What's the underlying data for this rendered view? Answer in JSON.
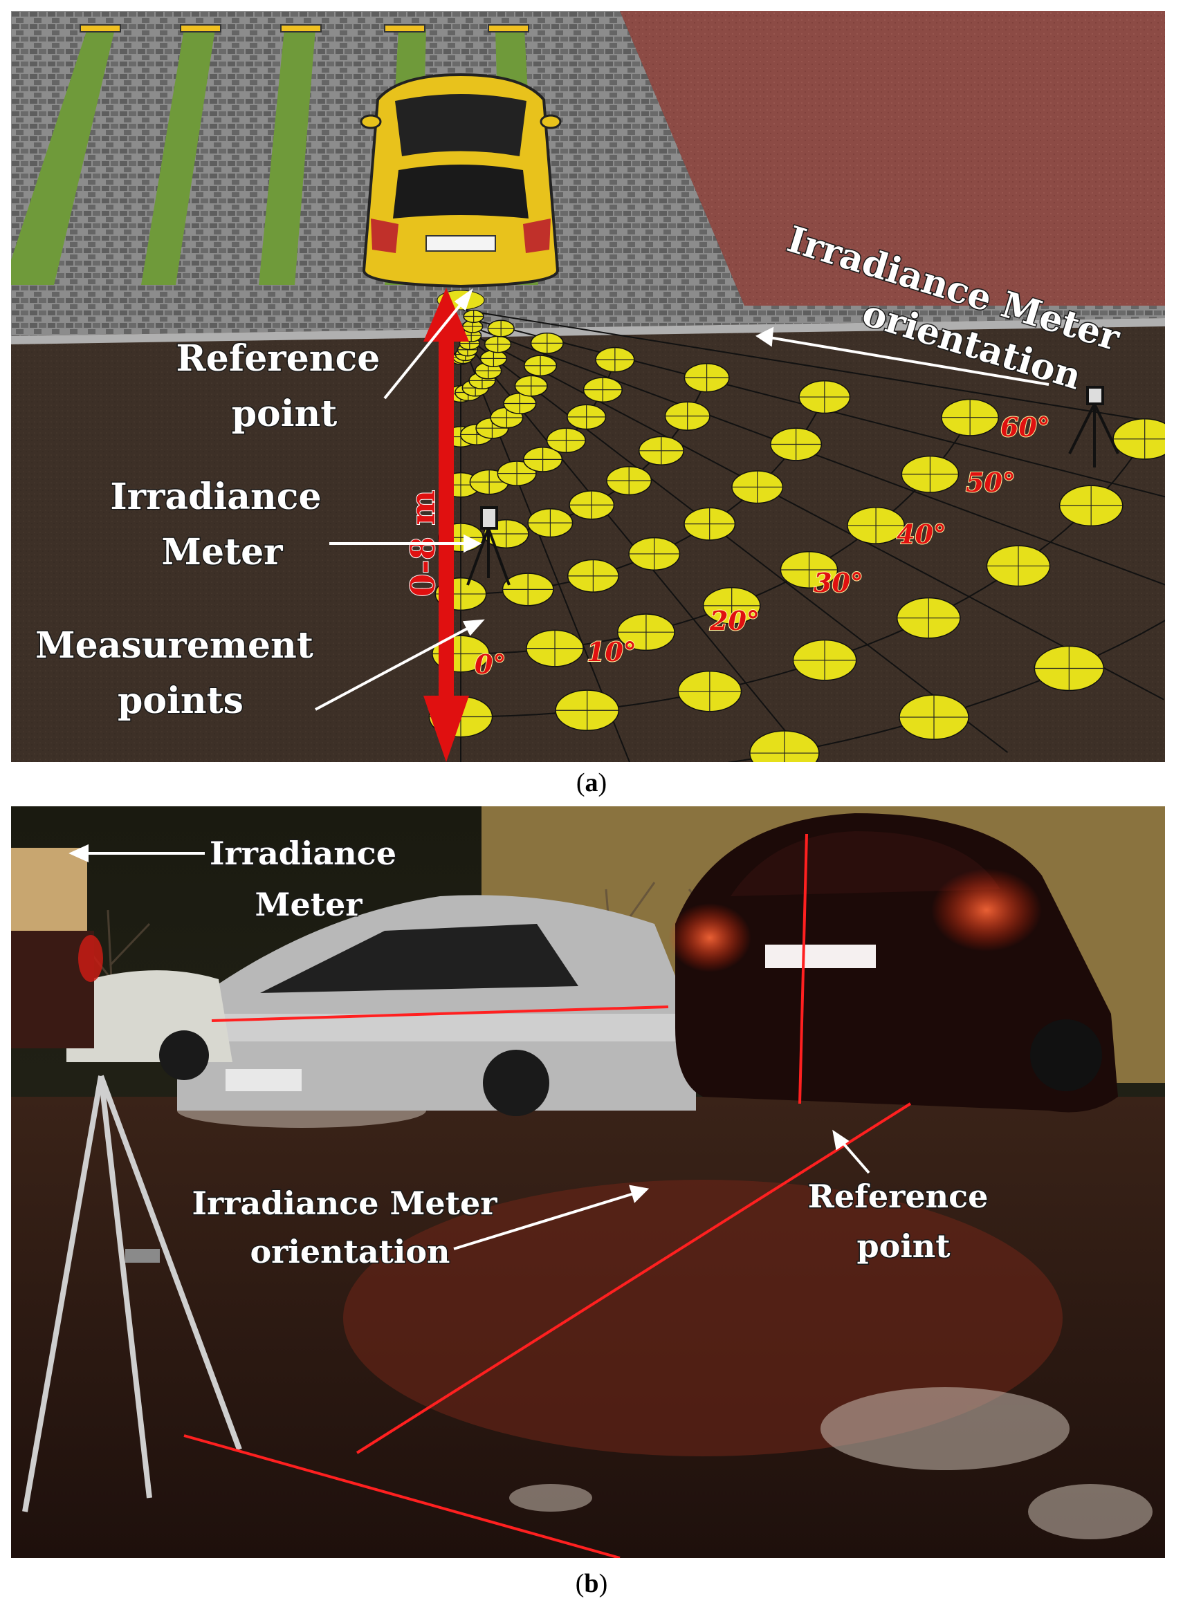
{
  "panel_a": {
    "labels": {
      "reference_point": [
        "Reference",
        "point"
      ],
      "irradiance_meter": [
        "Irradiance",
        "Meter"
      ],
      "measurement_points": [
        "Measurement",
        "points"
      ],
      "orientation": [
        "Irradiance Meter",
        "orientation"
      ],
      "distance": "0-8 m"
    },
    "angles": [
      "0°",
      "10°",
      "20°",
      "30°",
      "40°",
      "50°",
      "60°"
    ],
    "caption": "a"
  },
  "panel_b": {
    "labels": {
      "irradiance_meter": [
        "Irradiance",
        "Meter"
      ],
      "orientation": [
        "Irradiance Meter",
        "orientation"
      ],
      "reference_point": [
        "Reference",
        "point"
      ]
    },
    "caption": "b"
  },
  "colors": {
    "asphalt": "#3b2e25",
    "grass": "#6f9a3a",
    "brick_red": "#8a4a44",
    "car_yellow": "#e8c21c",
    "measurement_dot": "#e6e01a",
    "arrow_red": "#e01010",
    "laser_red": "#ff2020"
  }
}
